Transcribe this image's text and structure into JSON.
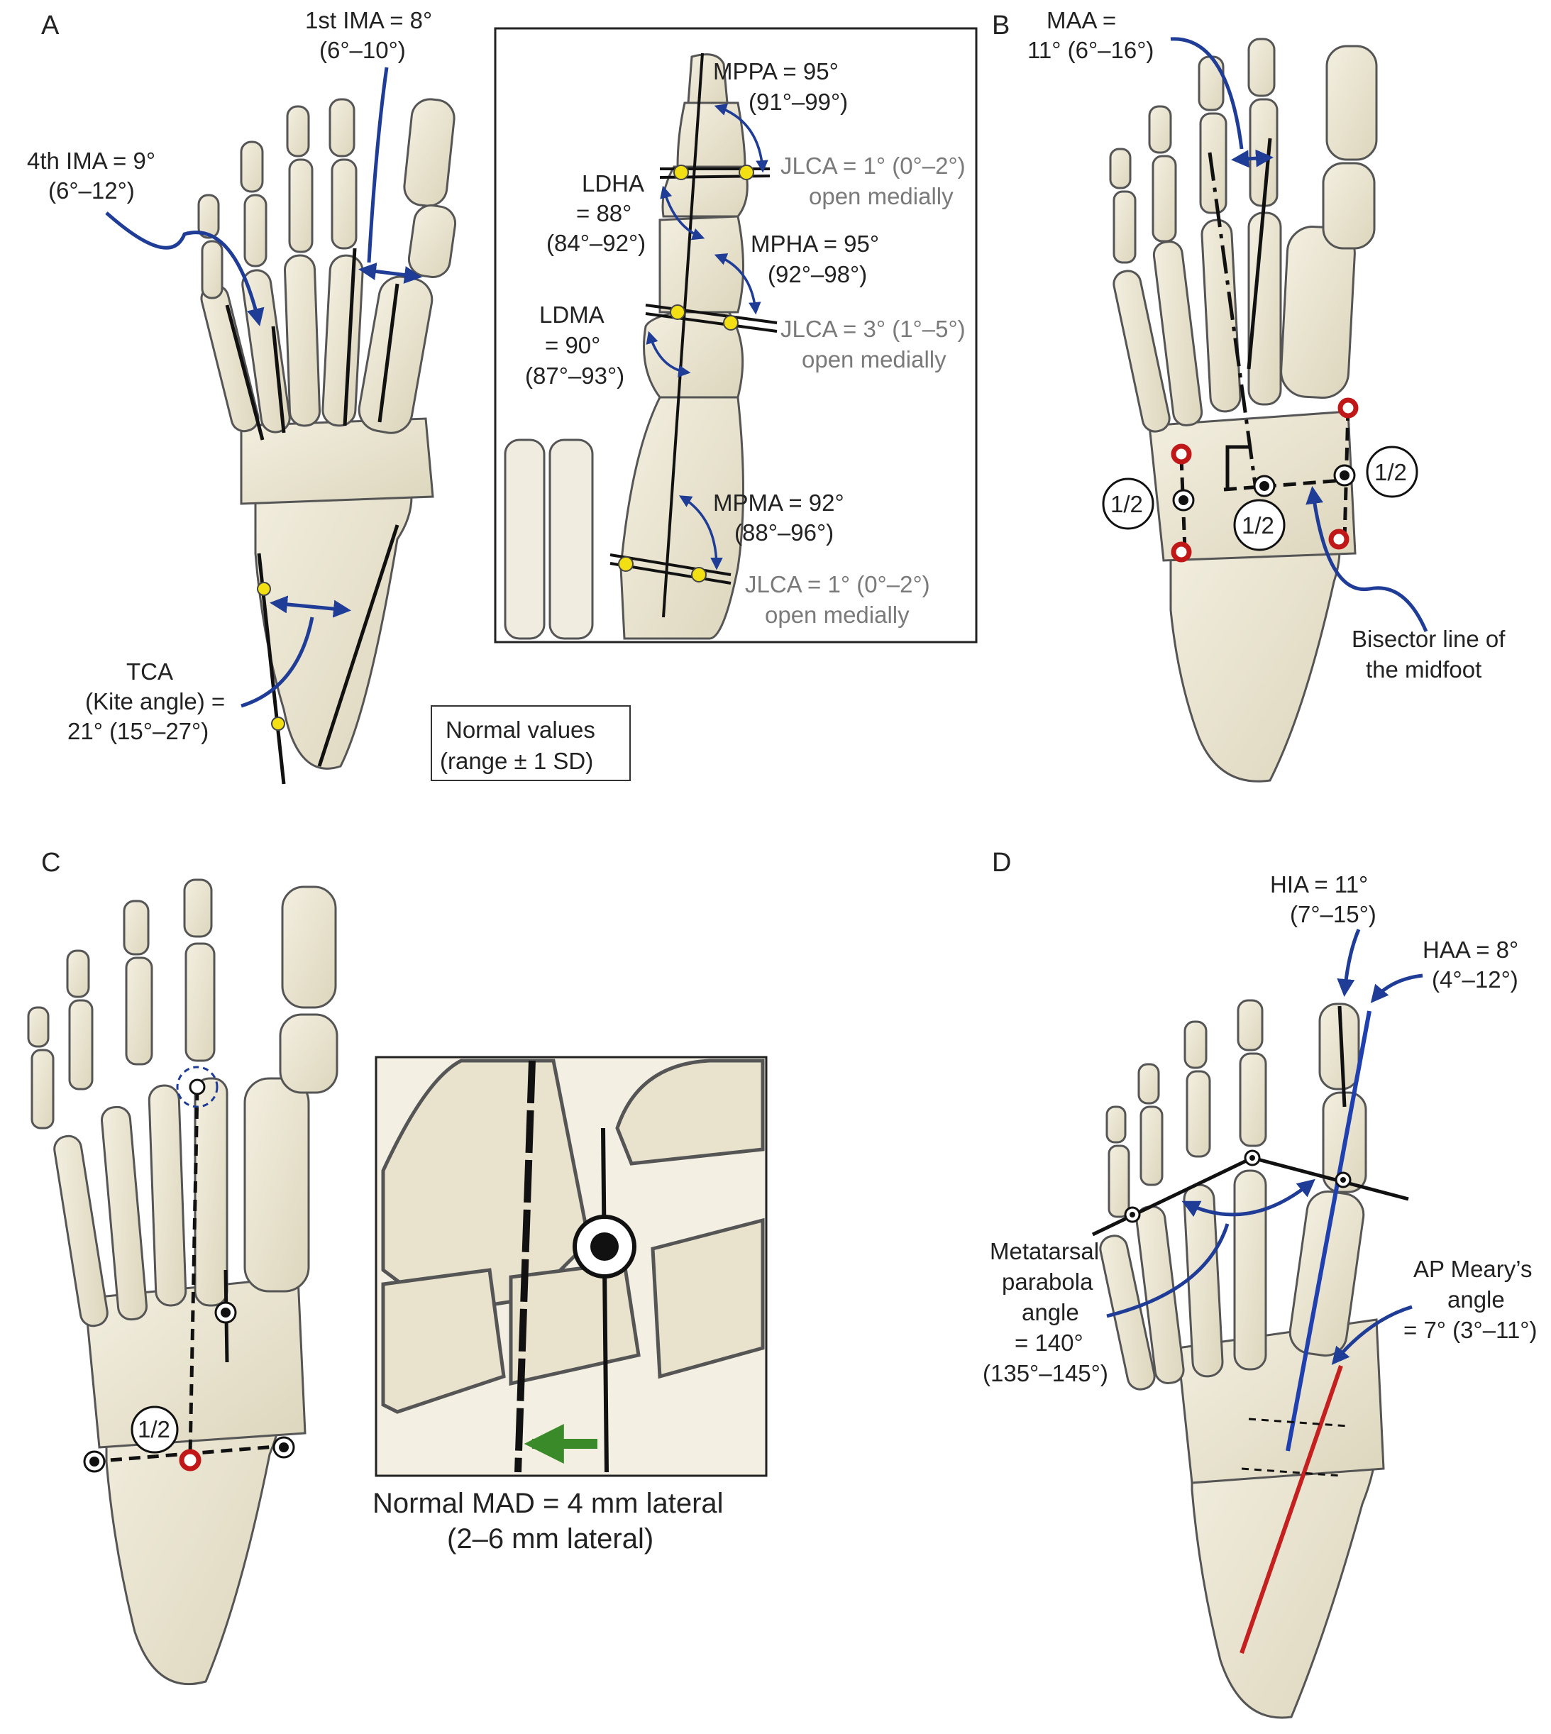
{
  "panels": {
    "a": "A",
    "b": "B",
    "c": "C",
    "d": "D"
  },
  "panel_a": {
    "first_ima": [
      "1st IMA = 8°",
      "(6°–10°)"
    ],
    "fourth_ima": [
      "4th IMA = 9°",
      "(6°–12°)"
    ],
    "tca": [
      "TCA",
      "(Kite angle) =",
      "21° (15°–27°)"
    ],
    "legend": [
      "Normal values",
      "(range ± 1 SD)"
    ]
  },
  "inset_a": {
    "mppa": [
      "MPPA = 95°",
      "(91°–99°)"
    ],
    "jlca_1": [
      "JLCA = 1° (0°–2°)",
      "open medially"
    ],
    "ldha": [
      "LDHA",
      "= 88°",
      "(84°–92°)"
    ],
    "mpha": [
      "MPHA = 95°",
      "(92°–98°)"
    ],
    "ldma": [
      "LDMA",
      "= 90°",
      "(87°–93°)"
    ],
    "jlca_2": [
      "JLCA = 3° (1°–5°)",
      "open medially"
    ],
    "mpma": [
      "MPMA = 92°",
      "(88°–96°)"
    ],
    "jlca_3": [
      "JLCA = 1° (0°–2°)",
      "open medially"
    ]
  },
  "panel_b": {
    "maa": [
      "MAA =",
      "11° (6°–16°)"
    ],
    "half": "1/2",
    "bisector": [
      "Bisector line of",
      "the midfoot"
    ]
  },
  "panel_c": {
    "half": "1/2",
    "mad": [
      "Normal MAD = 4 mm lateral",
      "(2–6 mm lateral)"
    ]
  },
  "panel_d": {
    "hia": [
      "HIA = 11°",
      "(7°–15°)"
    ],
    "haa": [
      "HAA = 8°",
      "(4°–12°)"
    ],
    "parabola": [
      "Metatarsal",
      "parabola",
      "angle",
      "= 140°",
      "(135°–145°)"
    ],
    "meary": [
      "AP Meary’s",
      "angle",
      "= 7° (3°–11°)"
    ]
  },
  "colors": {
    "bone": "#ebe6d3",
    "bone_outline": "#555555",
    "arrow_blue": "#1f3c96",
    "marker_yellow": "#f2e014",
    "marker_red": "#c01818",
    "axis_red": "#c42020",
    "axis_blue": "#2040b0",
    "arrow_green": "#3a8a2a",
    "grey_text": "#7a7a7a"
  }
}
